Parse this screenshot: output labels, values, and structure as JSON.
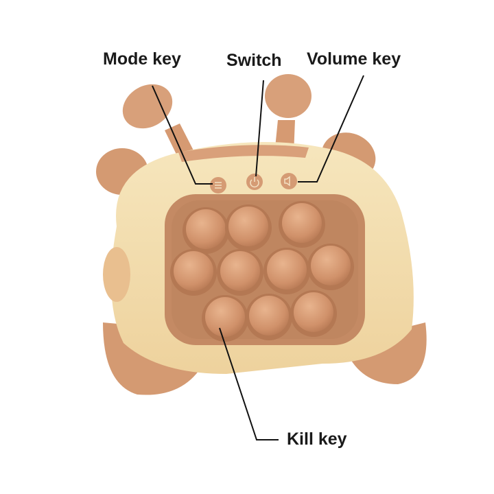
{
  "labels": {
    "mode_key": "Mode key",
    "switch": "Switch",
    "volume_key": "Volume key",
    "kill_key": "Kill key"
  },
  "colors": {
    "body": "#f3deaf",
    "accent": "#d49a72",
    "pad": "#c48a64",
    "line": "#111111"
  }
}
